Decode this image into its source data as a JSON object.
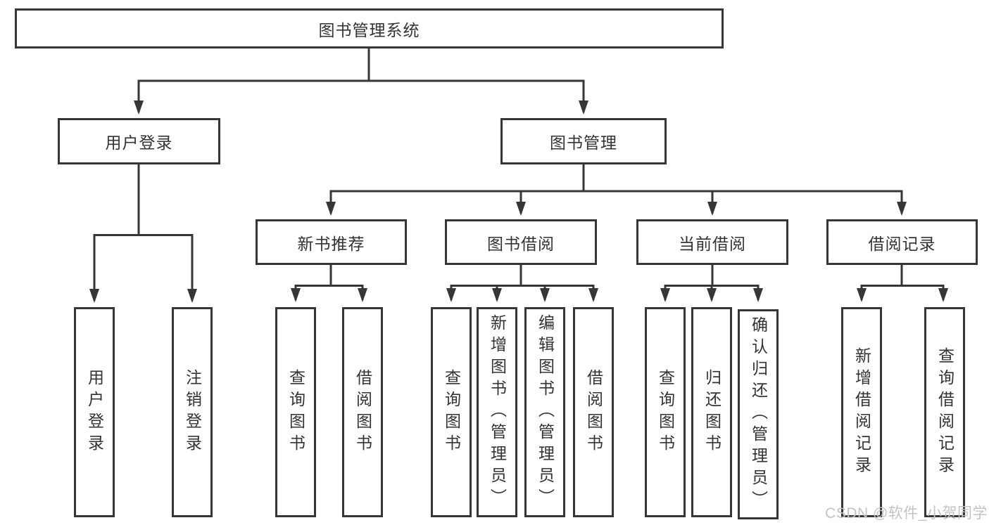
{
  "page": {
    "background": "#ffffff"
  },
  "colors": {
    "line": "#363636",
    "box_border": "#363636",
    "text": "#333333",
    "watermark": "#c3c3c3"
  },
  "tree": {
    "root": {
      "label": "图书管理系统"
    },
    "children": [
      {
        "label": "用户登录",
        "children": [
          {
            "label": "用户登录"
          },
          {
            "label": "注销登录"
          }
        ]
      },
      {
        "label": "图书管理",
        "children": [
          {
            "label": "新书推荐",
            "children": [
              {
                "label": "查询图书"
              },
              {
                "label": "借阅图书"
              }
            ]
          },
          {
            "label": "图书借阅",
            "children": [
              {
                "label": "查询图书"
              },
              {
                "label": "新增图书（管理员）"
              },
              {
                "label": "编辑图书（管理员）"
              },
              {
                "label": "借阅图书"
              }
            ]
          },
          {
            "label": "当前借阅",
            "children": [
              {
                "label": "查询图书"
              },
              {
                "label": "归还图书"
              },
              {
                "label": "确认归还（管理员）"
              }
            ]
          },
          {
            "label": "借阅记录",
            "children": [
              {
                "label": "新增借阅记录"
              },
              {
                "label": "查询借阅记录"
              }
            ]
          }
        ]
      }
    ]
  },
  "watermark": {
    "text": "CSDN @软件_小贺同学"
  }
}
